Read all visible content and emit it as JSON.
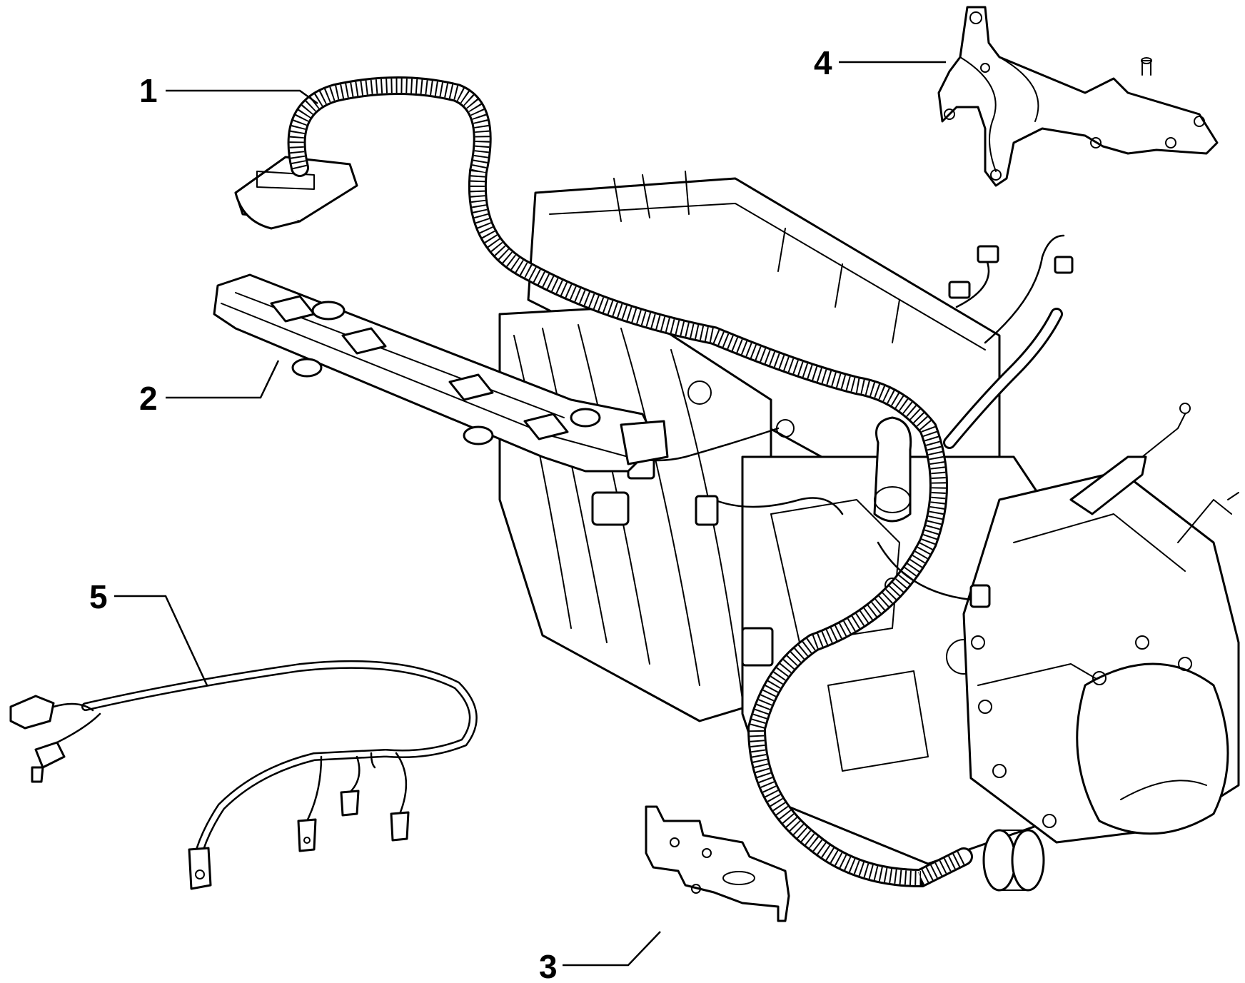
{
  "callouts": [
    {
      "id": "1",
      "label": "1",
      "part": "engine-wiring-harness"
    },
    {
      "id": "2",
      "label": "2",
      "part": "injector-rail-harness"
    },
    {
      "id": "3",
      "label": "3",
      "part": "lower-bracket"
    },
    {
      "id": "4",
      "label": "4",
      "part": "upper-bracket"
    },
    {
      "id": "5",
      "label": "5",
      "part": "ground-cable-harness"
    }
  ],
  "colors": {
    "ink": "#000000",
    "background": "#ffffff"
  }
}
